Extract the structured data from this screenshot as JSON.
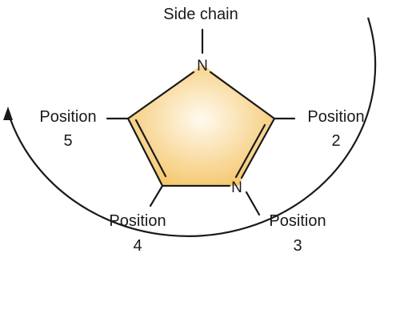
{
  "labels": {
    "side_chain": "Side chain",
    "position_2": {
      "word": "Position",
      "number": "2"
    },
    "position_3": {
      "word": "Position",
      "number": "3"
    },
    "position_4": {
      "word": "Position",
      "number": "4"
    },
    "position_5": {
      "word": "Position",
      "number": "5"
    }
  },
  "atoms": {
    "top_nitrogen": "N",
    "lower_right_nitrogen": "N"
  },
  "colors": {
    "ring_fill_center": "#fffaf0",
    "ring_fill_edge": "#f5c66a",
    "bond_stroke": "#1a1a1a",
    "arrow_stroke": "#1a1a1a"
  }
}
